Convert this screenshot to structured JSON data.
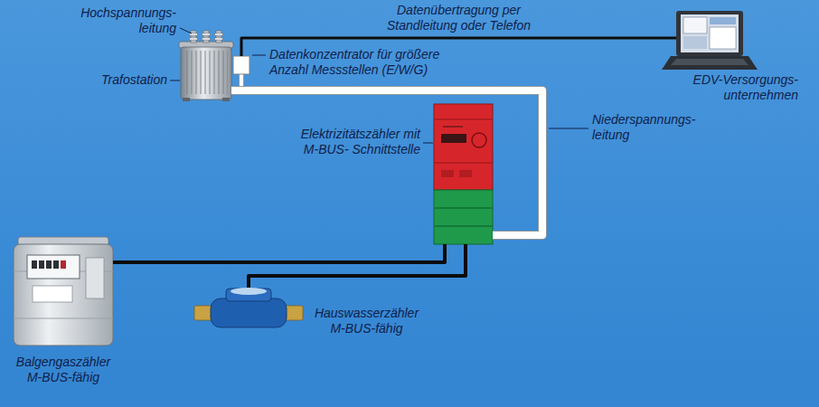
{
  "diagram": {
    "nodes": [
      {
        "text": [
          "Trafostation"
        ]
      },
      {
        "text": [
          "Datenkonzentrator für größere Anzahl Messstellen (E/W/G)"
        ]
      },
      {
        "text": [
          "EDV-Versorgungs- unternehmen"
        ]
      },
      {
        "text": [
          "Elektrizitätszähler mit M-BUS- Schnittstelle"
        ]
      },
      {
        "text": [
          "Balgengaszähler M-BUS-fähig"
        ]
      },
      {
        "text": [
          "Hauswasserzähler M-BUS-fähig"
        ]
      }
    ],
    "edges": [
      {
        "from": 0,
        "to": 3,
        "arrow": "none"
      },
      {
        "from": 1,
        "to": 2,
        "label": "Datenübertragung per Standleitung oder Telefon",
        "arrow": "none"
      },
      {
        "from": 4,
        "to": 3,
        "arrow": "none"
      },
      {
        "from": 5,
        "to": 3,
        "arrow": "none"
      }
    ],
    "labels": [
      "Hochspannungs- leitung",
      "Niederspannungs- leitung"
    ]
  }
}
